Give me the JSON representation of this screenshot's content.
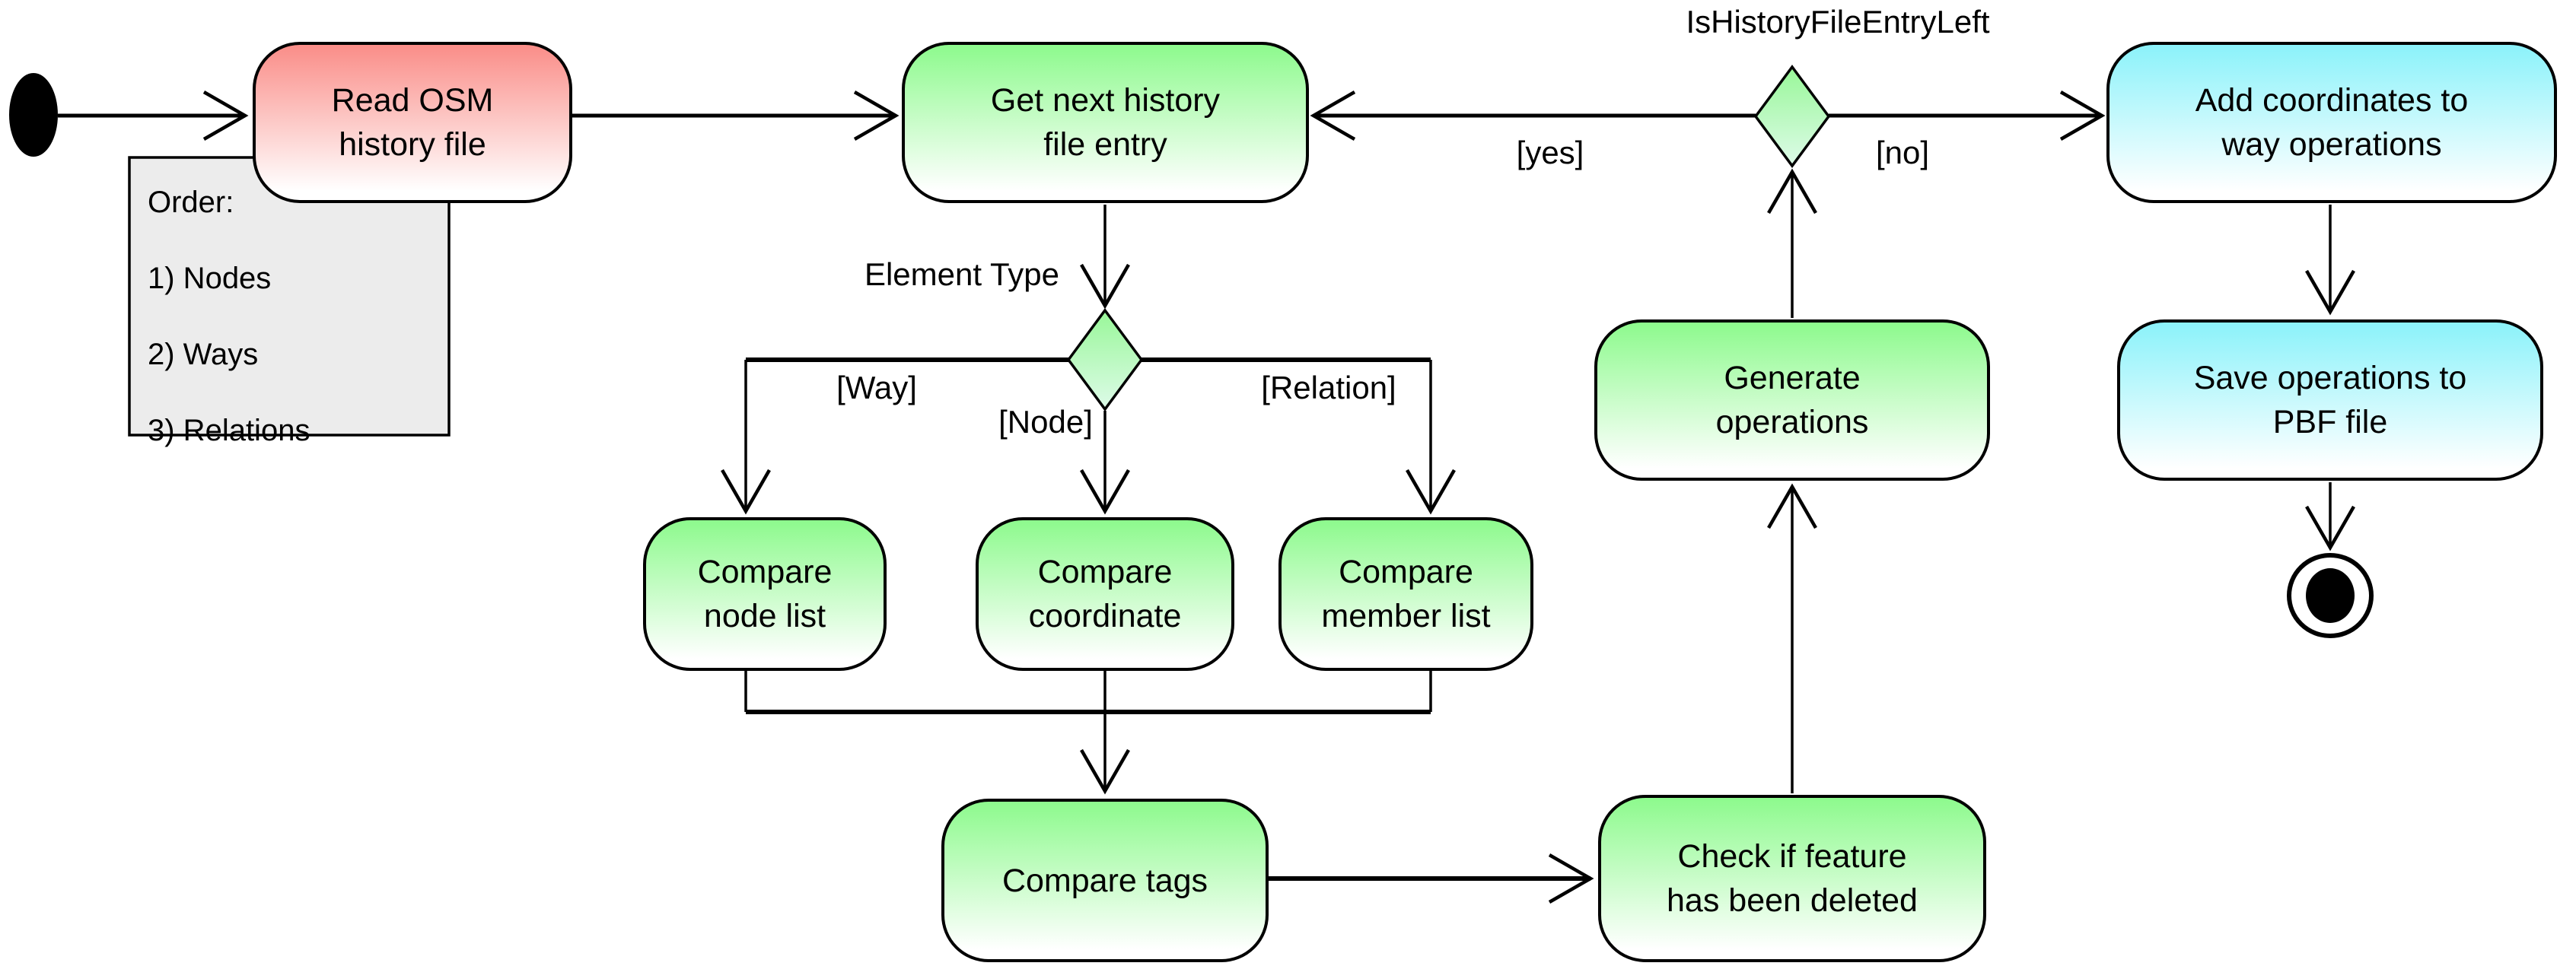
{
  "colors": {
    "background": "#ffffff",
    "border": "#000000",
    "text": "#000000",
    "activity_red_top": "#fa8d88",
    "activity_green_top": "#8dfa8d",
    "activity_cyan_top": "#8bf2fa",
    "diamond_green_top": "#98f798",
    "diamond_green_bottom": "#defbe9",
    "note_background": "#ececec"
  },
  "nodes": {
    "read_osm": {
      "lines": [
        "Read OSM",
        "history file"
      ]
    },
    "get_next_entry": {
      "lines": [
        "Get next history",
        "file entry"
      ]
    },
    "compare_node_list": {
      "lines": [
        "Compare",
        "node list"
      ]
    },
    "compare_coordinate": {
      "lines": [
        "Compare",
        "coordinate"
      ]
    },
    "compare_member_list": {
      "lines": [
        "Compare",
        "member list"
      ]
    },
    "compare_tags": {
      "lines": [
        "Compare tags"
      ]
    },
    "check_deleted": {
      "lines": [
        "Check if feature",
        "has been deleted"
      ]
    },
    "generate_operations": {
      "lines": [
        "Generate",
        "operations"
      ]
    },
    "add_coordinates": {
      "lines": [
        "Add coordinates to",
        "way operations"
      ]
    },
    "save_operations": {
      "lines": [
        "Save operations to",
        "PBF file"
      ]
    }
  },
  "decisions": {
    "element_type": {
      "label": "Element Type"
    },
    "is_history_file_entry_left": {
      "label": "IsHistoryFileEntryLeft"
    }
  },
  "edge_labels": {
    "yes": "[yes]",
    "no": "[no]",
    "way": "[Way]",
    "node": "[Node]",
    "relation": "[Relation]"
  },
  "note": {
    "lines": [
      "Order:",
      "1) Nodes",
      "2) Ways",
      "3) Relations"
    ]
  }
}
